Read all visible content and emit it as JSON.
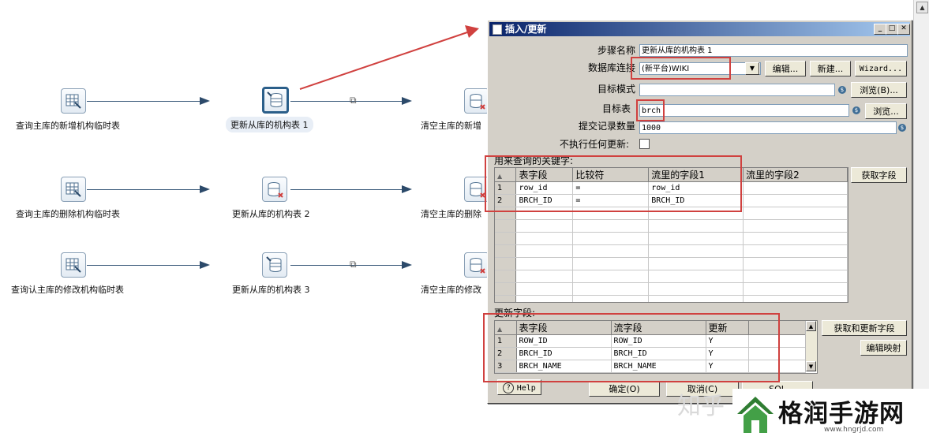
{
  "canvas": {
    "row1": {
      "step1_label": "查询主库的新增机构临时表",
      "step2_label": "更新从库的机构表 1",
      "step3_label": "清空主库的新增"
    },
    "row2": {
      "step1_label": "查询主库的删除机构临时表",
      "step2_label": "更新从库的机构表 2",
      "step3_label": "清空主库的删除"
    },
    "row3": {
      "step1_label": "查询认主库的修改机构临时表",
      "step2_label": "更新从库的机构表 3",
      "step3_label": "清空主库的修改"
    }
  },
  "dialog": {
    "title": "插入/更新",
    "step_name_label": "步骤名称",
    "step_name_value": "更新从库的机构表 1",
    "db_conn_label": "数据库连接",
    "db_conn_value": "(新平台)WIKI",
    "edit_button": "编辑...",
    "new_button": "新建...",
    "wizard_button": "Wizard...",
    "target_schema_label": "目标模式",
    "target_schema_value": "",
    "browse_b_button": "浏览(B)...",
    "target_table_label": "目标表",
    "target_table_value": "brch",
    "browse_button": "浏览...",
    "commit_size_label": "提交记录数量",
    "commit_size_value": "1000",
    "no_update_label": "不执行任何更新:",
    "lookup_group_label": "用来查询的关键字:",
    "get_fields_button": "获取字段",
    "lookup_table": {
      "headers": [
        "",
        "表字段",
        "比较符",
        "流里的字段1",
        "流里的字段2"
      ],
      "rows": [
        [
          "1",
          "row_id",
          "=",
          "row_id",
          ""
        ],
        [
          "2",
          "BRCH_ID",
          "=",
          "BRCH_ID",
          ""
        ]
      ]
    },
    "update_group_label": "更新字段:",
    "get_update_fields_button": "获取和更新字段",
    "edit_mapping_button": "编辑映射",
    "update_table": {
      "headers": [
        "",
        "表字段",
        "流字段",
        "更新",
        ""
      ],
      "rows": [
        [
          "1",
          "ROW_ID",
          "ROW_ID",
          "Y",
          ""
        ],
        [
          "2",
          "BRCH_ID",
          "BRCH_ID",
          "Y",
          ""
        ],
        [
          "3",
          "BRCH_NAME",
          "BRCH_NAME",
          "Y",
          ""
        ]
      ]
    },
    "help_button": "Help",
    "ok_button": "确定(O)",
    "cancel_button": "取消(C)",
    "sql_button": "SQL"
  },
  "watermark": {
    "zhihu": "知乎",
    "brand_name": "格润手游网",
    "brand_url": "www.hngrjd.com"
  }
}
